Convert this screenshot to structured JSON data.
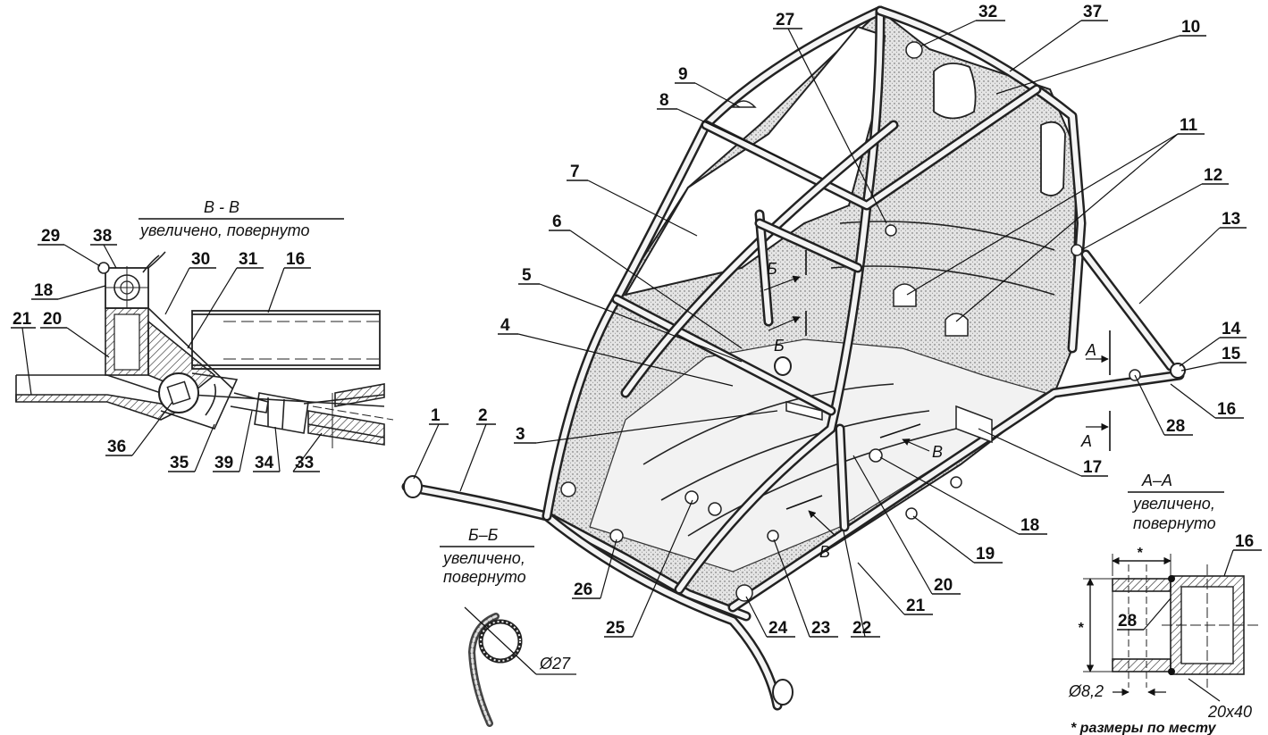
{
  "labels": {
    "n1": "1",
    "n2": "2",
    "n3": "3",
    "n4": "4",
    "n5": "5",
    "n6": "6",
    "n7": "7",
    "n8": "8",
    "n9": "9",
    "n10": "10",
    "n11": "11",
    "n12": "12",
    "n13": "13",
    "n14": "14",
    "n15": "15",
    "n16": "16",
    "n17": "17",
    "n18": "18",
    "n19": "19",
    "n20": "20",
    "n21": "21",
    "n22": "22",
    "n23": "23",
    "n24": "24",
    "n25": "25",
    "n26": "26",
    "n27": "27",
    "n28": "28",
    "n29": "29",
    "n30": "30",
    "n31": "31",
    "n32": "32",
    "n33": "33",
    "n34": "34",
    "n35": "35",
    "n36": "36",
    "n37": "37",
    "n38": "38",
    "n39": "39"
  },
  "section_vv": {
    "title": "В - В",
    "subtitle": "увеличено, повернуто",
    "labels": {
      "d18": "18",
      "d20": "20",
      "d21": "21",
      "d16": "16"
    }
  },
  "section_bb": {
    "title": "Б–Б",
    "subtitle_1": "увеличено,",
    "subtitle_2": "повернуто",
    "diameter": "Ø27"
  },
  "section_aa": {
    "title": "А–А",
    "subtitle_1": "увеличено,",
    "subtitle_2": "повернуто",
    "hole": "Ø8,2",
    "profile": "20х40",
    "star": "*",
    "note": "* размеры по месту",
    "labels": {
      "d28": "28",
      "d16": "16"
    }
  },
  "cut_marks": {
    "a": "А",
    "b": "Б",
    "v": "В"
  }
}
